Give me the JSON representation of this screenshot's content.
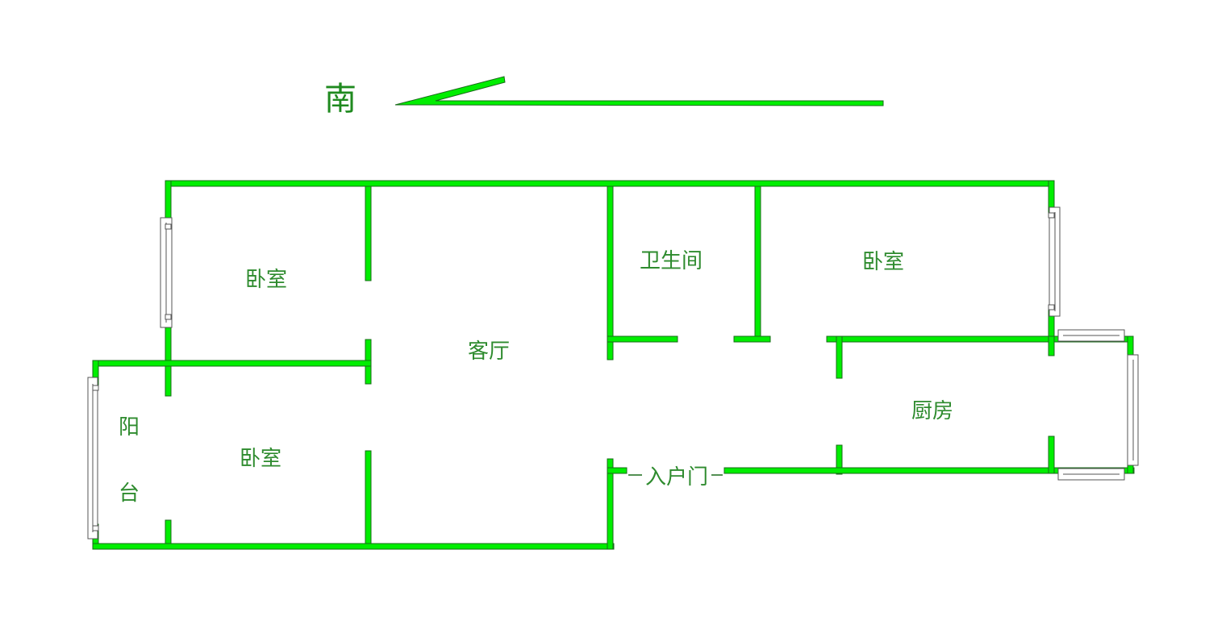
{
  "compass": {
    "label": "南"
  },
  "rooms": {
    "bedroom_top_left": "卧室",
    "living_room": "客厅",
    "bathroom": "卫生间",
    "bedroom_top_right": "卧室",
    "balcony_1": "阳",
    "balcony_2": "台",
    "bedroom_bottom_left": "卧室",
    "kitchen": "厨房",
    "entrance": "入户门"
  },
  "colors": {
    "wall": "#00ee00",
    "wall_outline": "#1a6b1a",
    "text": "#2e8b2e",
    "window": "#ffffff"
  }
}
